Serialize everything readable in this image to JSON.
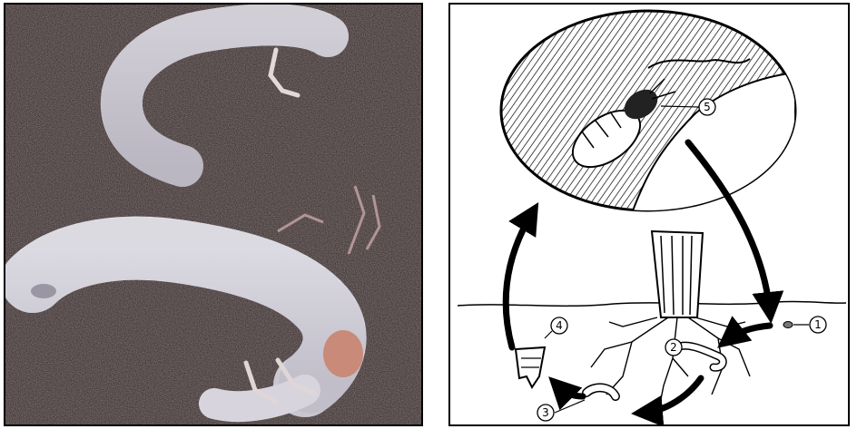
{
  "photo": {
    "subject": "white-grub-larvae-in-soil",
    "colors": {
      "soil": "#3b3030",
      "grub": "#e8e6ea",
      "head": "#c98a7a"
    }
  },
  "diagram": {
    "subject": "beetle-life-cycle",
    "stages": [
      {
        "number": "1",
        "stage": "egg"
      },
      {
        "number": "2",
        "stage": "larva"
      },
      {
        "number": "3",
        "stage": "young-larva"
      },
      {
        "number": "4",
        "stage": "pupa"
      },
      {
        "number": "5",
        "stage": "adult-beetle"
      }
    ],
    "colors": {
      "ink": "#000000",
      "paper": "#ffffff"
    }
  }
}
